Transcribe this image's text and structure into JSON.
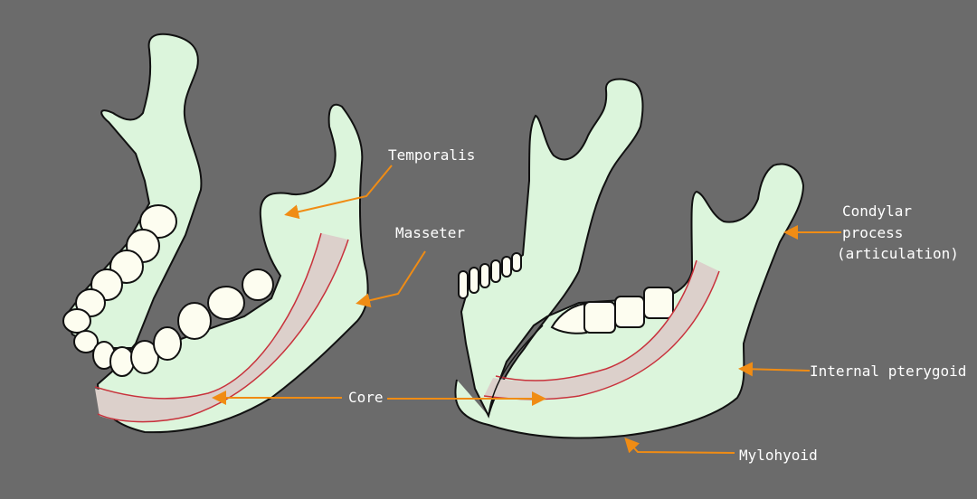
{
  "labels": {
    "temporalis": "Temporalis",
    "masseter": "Masseter",
    "core": "Core",
    "condylar_line1": "Condylar",
    "condylar_line2": "process",
    "condylar_line3": "(articulation)",
    "internal_pterygoid": "Internal pterygoid",
    "mylohyoid": "Mylohyoid"
  },
  "colors": {
    "background": "#6b6b6b",
    "bone": "#dcf5dc",
    "teeth": "#fdfdf0",
    "core": "#dcd0cb",
    "core_outline": "#c8323c",
    "arrow": "#f08c14"
  }
}
